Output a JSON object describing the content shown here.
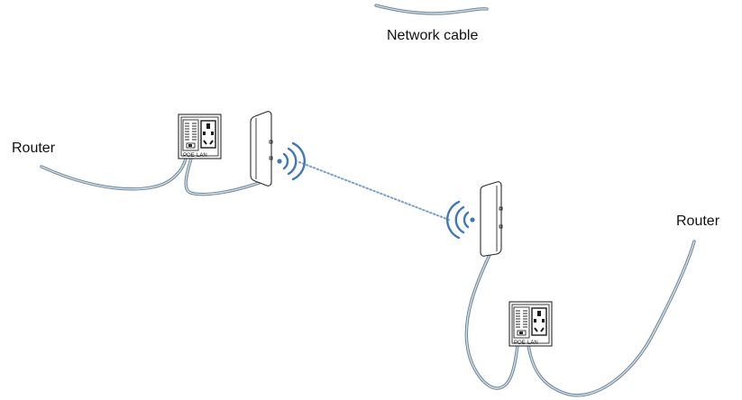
{
  "labels": {
    "network_cable": "Network cable",
    "router_left": "Router",
    "router_right": "Router"
  },
  "wall_plate": {
    "poe_label": "POE",
    "lan_label": "LAN"
  },
  "colors": {
    "cable": "#6f8596",
    "cable_highlight": "#cfe0ec",
    "signal": "#3f79b8",
    "link_dots": "#7aa0c4"
  }
}
